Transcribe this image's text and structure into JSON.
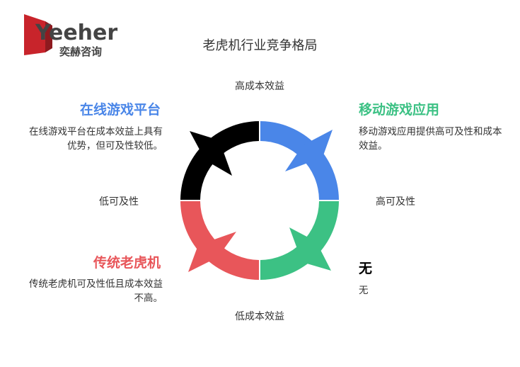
{
  "logo": {
    "latin": "Yeeher",
    "cjk": "奕赫咨询"
  },
  "title": "老虎机行业竞争格局",
  "axes": {
    "top": "高成本效益",
    "bottom": "低成本效益",
    "left": "低可及性",
    "right": "高可及性"
  },
  "quadrants": {
    "top_left": {
      "title": "在线游戏平台",
      "desc": "在线游戏平台在成本效益上具有优势，但可及性较低。"
    },
    "top_right": {
      "title": "移动游戏应用",
      "desc": "移动游戏应用提供高可及性和成本效益。"
    },
    "bottom_left": {
      "title": "传统老虎机",
      "desc": "传统老虎机可及性低且成本效益不高。"
    },
    "bottom_right": {
      "title": "无",
      "desc": "无"
    }
  },
  "colors": {
    "blue": "#4a86e8",
    "green": "#3cc184",
    "red": "#e8565a",
    "black": "#000000",
    "logo_red": "#c8242b"
  }
}
